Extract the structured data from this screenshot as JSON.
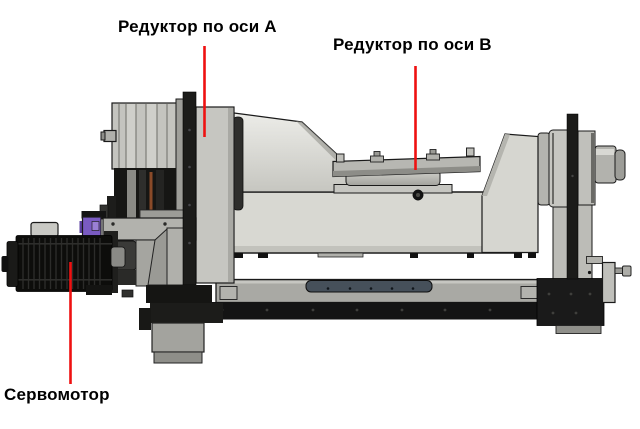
{
  "figure": {
    "type": "technical-illustration",
    "labels": {
      "axis_a": "Редуктор по оси A",
      "axis_b": "Редуктор по оси B",
      "servo": "Сервомотор"
    },
    "colors": {
      "leader_line": "#ee1111",
      "label_text": "#000000",
      "machine_light_gray": "#d8d8d2",
      "machine_mid_gray": "#a9a9a4",
      "machine_black": "#161614",
      "connector_purple": "#7a5bc2",
      "base_slot_plate": "#46505a",
      "background": "#ffffff"
    }
  }
}
